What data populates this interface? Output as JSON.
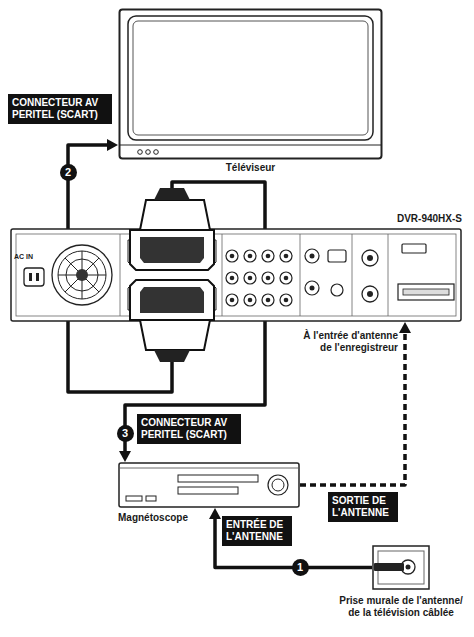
{
  "diagram": {
    "nodes": [
      {
        "text": [
          "Téléviseur"
        ]
      },
      {
        "text": [
          "DVR-940HX-S"
        ]
      },
      {
        "text": [
          "Magnétoscope"
        ]
      },
      {
        "text": [
          "Prise murale de l'antenne/ de la télévision câblée"
        ]
      }
    ],
    "edges": [
      {
        "from": 3,
        "to": 2,
        "arrow": "to",
        "label": "1"
      },
      {
        "from": 1,
        "to": 0,
        "arrow": "to",
        "label": "2"
      },
      {
        "from": 1,
        "to": 2,
        "arrow": "to",
        "label": "3"
      },
      {
        "from": 2,
        "to": 1,
        "arrow": "to"
      }
    ],
    "labels": [
      "CONNECTEUR AV PERITEL (SCART)",
      "CONNECTEUR AV PERITEL (SCART)",
      "À l'entrée d'antenne de l'enregistreur",
      "SORTIE DE L'ANTENNE",
      "ENTRÉE DE L'ANTENNE",
      "AC IN"
    ]
  }
}
